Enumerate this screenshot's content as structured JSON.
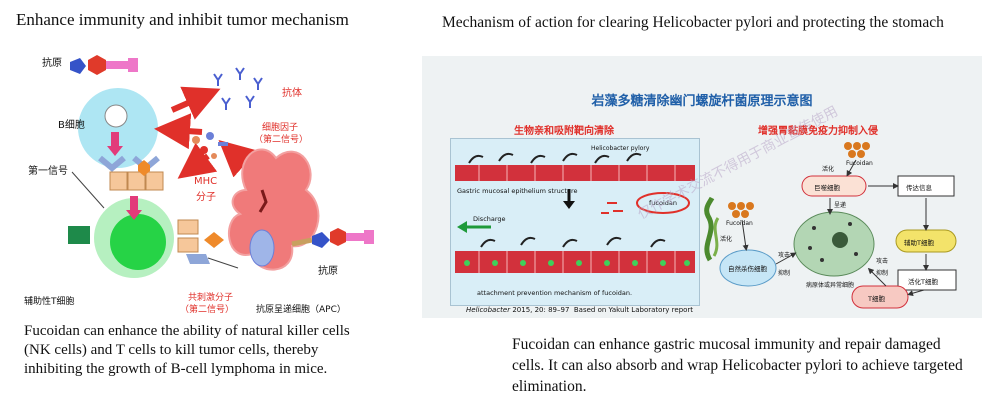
{
  "left": {
    "title": "Enhance immunity and inhibit tumor mechanism",
    "labels": {
      "antigen_top": "抗原",
      "b_cell": "B细胞",
      "antibody": "抗体",
      "cytokine_line1": "细胞因子",
      "cytokine_line2": "（第二信号）",
      "first_signal": "第一信号",
      "mhc_line1": "MHC",
      "mhc_line2": "分子",
      "costim_line1": "共刺激分子",
      "costim_line2": "（第二信号）",
      "helper_t": "辅助性T细胞",
      "apc": "抗原呈递细胞（APC）",
      "antigen_right": "抗原"
    },
    "caption": "Fucoidan can enhance the ability of natural killer cells (NK cells) and T cells to kill tumor cells, thereby inhibiting the growth of B-cell lymphoma in mice."
  },
  "right": {
    "title": "Mechanism of action for clearing Helicobacter pylori and protecting the stomach",
    "panel_title": "岩藻多糖清除幽门螺旋杆菌原理示意图",
    "left_subtitle": "生物亲和吸附靶向清除",
    "right_subtitle": "增强胃黏膜免疫力抑制入侵",
    "labels": {
      "helicobacter": "Helicobacter pylory",
      "epithelium": "Gastric mucosal epithelium structure",
      "fucoidan_oval": "fucoidan",
      "discharge": "Discharge",
      "attachment": "attachment prevention mechanism of fucoidan."
    },
    "citation_journal": "Helicobacter",
    "citation_rest": " 2015, 20: 89–97",
    "citation_source": "Based on Yakult Laboratory report",
    "flow": {
      "fucoidan_top": "Fucoidan",
      "activate_top": "活化",
      "macrophage": "巨噬细胞",
      "transmit": "传达信息",
      "fucoidan_left": "Fucoidan",
      "activate_left": "活化",
      "present": "呈递",
      "helper_t": "辅助T细胞",
      "nk": "自然杀伤细胞",
      "attack_left": "攻击",
      "suppress_left": "抑制",
      "pathogen": "病原体或异常细胞",
      "attack_right": "攻击",
      "suppress_right": "抑制",
      "activated_t": "活化T细胞",
      "t_cell": "T细胞"
    },
    "watermark": "仅作学术交流不得用于商业宣传使用",
    "caption": "Fucoidan can enhance gastric mucosal immunity and repair damaged cells. It can also absorb and wrap Helicobacter pylori to achieve targeted elimination."
  },
  "colors": {
    "red_accent": "#e0302a",
    "panel_blue": "#1f5fa8",
    "cell_green": "#26d346",
    "cell_blue": "#aee6f3",
    "apc_pink": "#f07a7a"
  }
}
